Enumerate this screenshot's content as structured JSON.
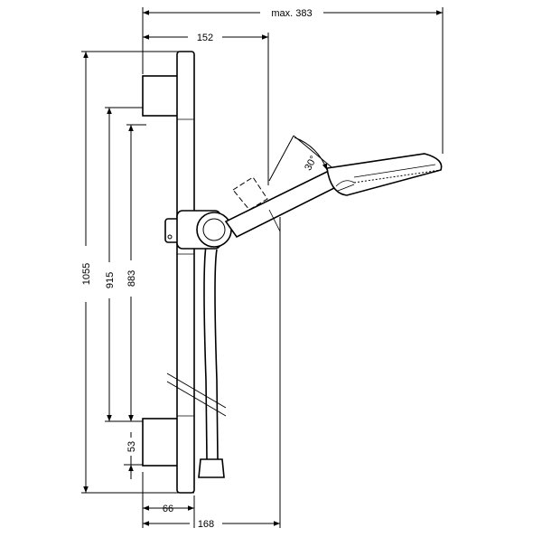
{
  "dimensions": {
    "max_width": "max. 383",
    "top_width": "152",
    "total_height": "1055",
    "mid_height": "915",
    "inner_height": "883",
    "bottom_offset": "53",
    "bottom_width": "66",
    "base_width": "168",
    "angle": "30°"
  }
}
